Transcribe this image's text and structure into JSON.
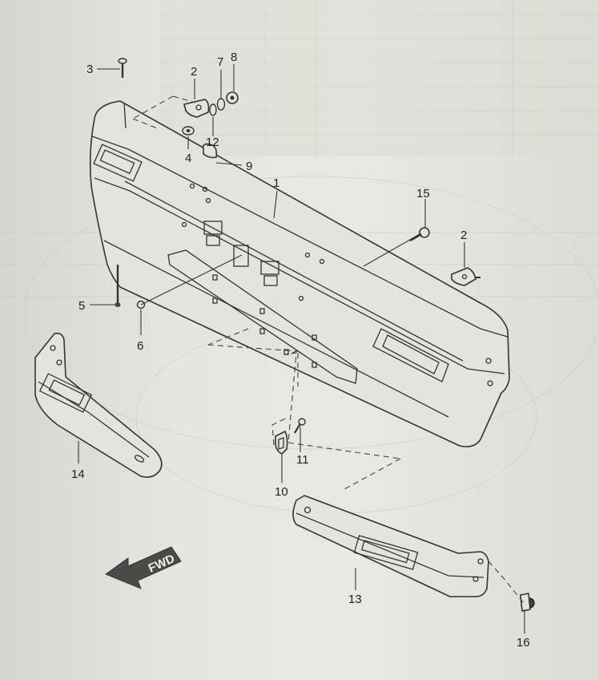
{
  "diagram": {
    "fwd_label": "FWD",
    "parts": [
      {
        "id": "part-1",
        "number": "1",
        "name": "bumper"
      },
      {
        "id": "part-2a",
        "number": "2",
        "name": "bracket"
      },
      {
        "id": "part-2b",
        "number": "2",
        "name": "bracket"
      },
      {
        "id": "part-3",
        "number": "3",
        "name": "bolt"
      },
      {
        "id": "part-4",
        "number": "4",
        "name": "nut"
      },
      {
        "id": "part-5",
        "number": "5",
        "name": "bolt"
      },
      {
        "id": "part-6",
        "number": "6",
        "name": "screw"
      },
      {
        "id": "part-7",
        "number": "7",
        "name": "washer"
      },
      {
        "id": "part-8",
        "number": "8",
        "name": "nut"
      },
      {
        "id": "part-9",
        "number": "9",
        "name": "clip"
      },
      {
        "id": "part-10",
        "number": "10",
        "name": "plate"
      },
      {
        "id": "part-11",
        "number": "11",
        "name": "screw"
      },
      {
        "id": "part-12",
        "number": "12",
        "name": "washer"
      },
      {
        "id": "part-13",
        "number": "13",
        "name": "bumper-side-right"
      },
      {
        "id": "part-14",
        "number": "14",
        "name": "bumper-side-left"
      },
      {
        "id": "part-15",
        "number": "15",
        "name": "screw"
      },
      {
        "id": "part-16",
        "number": "16",
        "name": "clip"
      }
    ]
  }
}
